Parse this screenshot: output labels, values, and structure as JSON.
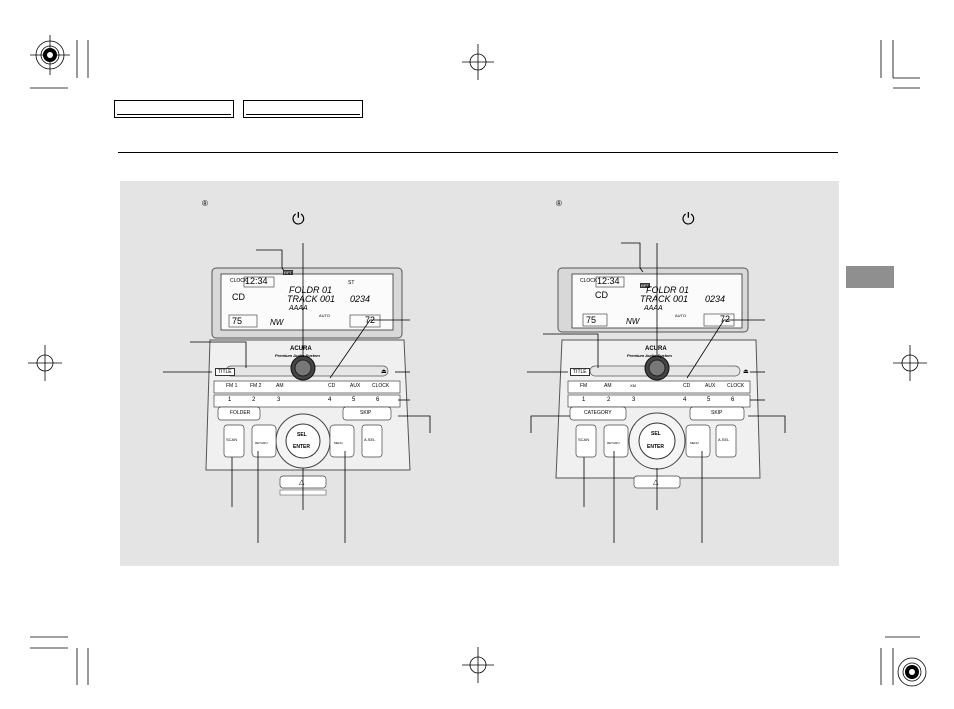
{
  "header": {
    "left_box_label": "",
    "right_box_label": ""
  },
  "left_unit": {
    "registered_mark": "®",
    "power_symbol": "⏻",
    "display": {
      "clock": "12:34",
      "mode": "CD",
      "folder": "FOLDR 01",
      "track": "TRACK 001",
      "time": "0234",
      "title": "AAAA",
      "volume": "75",
      "direction": "NW",
      "auto": "AUTO",
      "temp": "72",
      "st": "ST"
    },
    "brand": "ACURA",
    "brand_sub": "Premium Audio System",
    "title_button": "TITLE",
    "band_buttons": [
      "FM 1",
      "FM 2",
      "AM",
      "CD",
      "AUX",
      "CLOCK"
    ],
    "preset_buttons": [
      "1",
      "2",
      "3",
      "4",
      "5",
      "6"
    ],
    "folder_button": "FOLDER",
    "skip_button": "SKIP",
    "scan_button": "SCAN",
    "return_button": "RETURN",
    "menu_button": "MENU",
    "audio_button": "A.SEL",
    "sel_knob": [
      "SEL",
      "ENTER"
    ]
  },
  "right_unit": {
    "registered_mark": "®",
    "power_symbol": "⏻",
    "display": {
      "clock": "12:34",
      "mode": "CD",
      "folder": "FOLDR 01",
      "track": "TRACK 001",
      "time": "0234",
      "title": "AAAA",
      "volume": "75",
      "direction": "NW",
      "auto": "AUTO",
      "temp": "72"
    },
    "brand": "ACURA",
    "brand_sub": "Premium Audio System",
    "title_button": "TITLE",
    "band_buttons": [
      "FM",
      "AM",
      "XM",
      "CD",
      "AUX",
      "CLOCK"
    ],
    "preset_buttons": [
      "1",
      "2",
      "3",
      "4",
      "5",
      "6"
    ],
    "category_button": "CATEGORY",
    "skip_button": "SKIP",
    "scan_button": "SCAN",
    "return_button": "RETURN",
    "menu_button": "MENU",
    "audio_button": "A.SEL",
    "sel_knob": [
      "SEL",
      "ENTER"
    ]
  }
}
